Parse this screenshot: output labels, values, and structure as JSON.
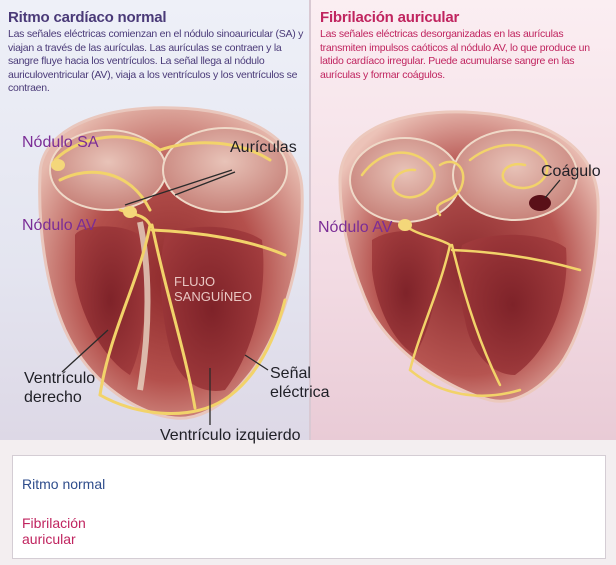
{
  "left": {
    "title": "Ritmo cardíaco normal",
    "description": "Las señales eléctricas comienzan en el nódulo sinoauricular (SA) y viajan a través de las aurículas. Las aurículas se contraen y la sangre fluye hacia los ventrículos. La señal llega al nódulo auriculoventricular (AV), viaja a los ventrículos y los ventrículos se contraen.",
    "labels": {
      "sa_node": "Nódulo SA",
      "atria": "Aurículas",
      "av_node": "Nódulo AV",
      "blood_flow_line1": "FLUJO",
      "blood_flow_line2": "SANGUÍNEO",
      "right_ventricle_line1": "Ventrículo",
      "right_ventricle_line2": "derecho",
      "electric_signal_line1": "Señal",
      "electric_signal_line2": "eléctrica",
      "left_ventricle": "Ventrículo izquierdo"
    }
  },
  "right": {
    "title": "Fibrilación auricular",
    "description": "Las señales eléctricas desorganizadas en las aurículas transmiten impulsos caóticos al nódulo AV, lo que produce un latido cardíaco irregular. Puede acumularse sangre en las aurículas y formar coágulos.",
    "labels": {
      "clot": "Coágulo",
      "av_node": "Nódulo AV"
    }
  },
  "ekg": {
    "normal_label": "Ritmo normal",
    "af_label_line1": "Fibrilación",
    "af_label_line2": "auricular"
  },
  "colors": {
    "left_title": "#4a3a78",
    "right_title": "#c0245f",
    "ekg_normal": "#2f4d8c",
    "ekg_af": "#c0245f",
    "label_purple": "#7b2d96",
    "signal_yellow": "#f2d36a",
    "muscle": "#b24a48"
  }
}
